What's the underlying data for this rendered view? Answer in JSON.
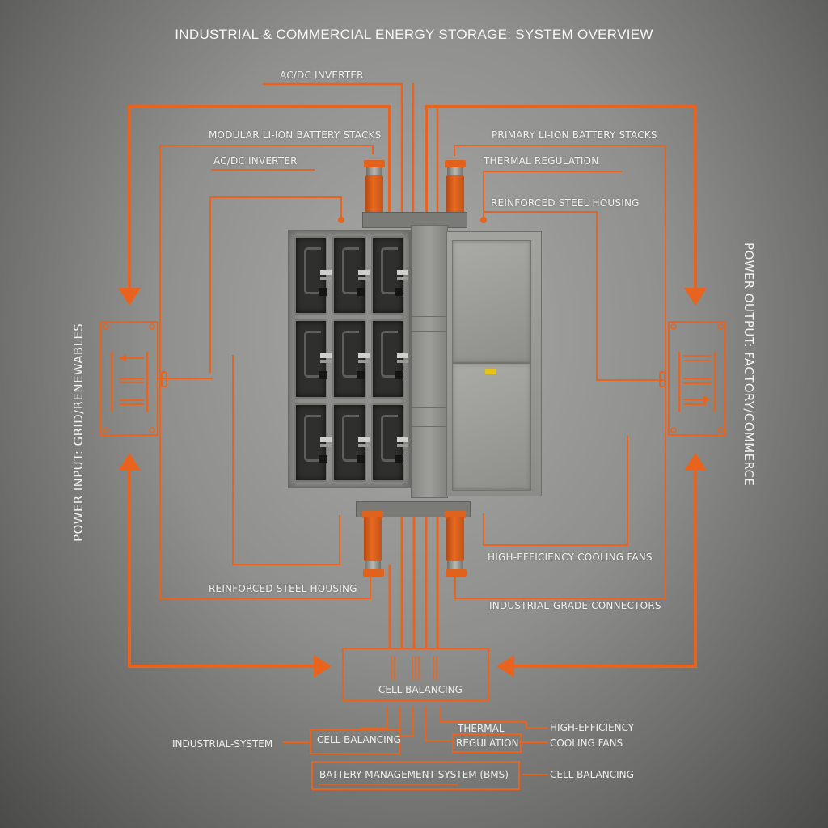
{
  "title": "INDUSTRIAL & COMMERCIAL ENERGY STORAGE: SYSTEM OVERVIEW",
  "colors": {
    "accent": "#e8641e",
    "background": "#8f8f8d",
    "text": "#f2f2f0",
    "metal": "#9a9a96",
    "warning_label": "#e6c21c"
  },
  "side_labels": {
    "left": "POWER INPUT: GRID/RENEWABLES",
    "right": "POWER OUTPUT: FACTORY/COMMERCE"
  },
  "top_labels": {
    "ac_dc_inverter_top": "AC/DC INVERTER",
    "left_battery_stacks": "MODULAR LI-ION BATTERY STACKS",
    "left_inverter": "AC/DC INVERTER",
    "right_battery_stacks": "PRIMARY LI-ION BATTERY STACKS",
    "right_thermal": "THERMAL REGULATION",
    "right_housing": "REINFORCED STEEL HOUSING"
  },
  "bottom_labels": {
    "left_housing": "REINFORCED STEEL HOUSING",
    "right_cooling": "HIGH-EFFICIENCY COOLING FANS",
    "right_connectors": "INDUSTRIAL-GRADE CONNECTORS"
  },
  "bms": {
    "hub_label": "CELL BALANCING",
    "cell_balancing_box": "CELL BALANCING",
    "left_external": "INDUSTRIAL-SYSTEM",
    "thermal_heading": "THERMAL",
    "regulation_box": "REGULATION",
    "right_line1": "HIGH-EFFICIENCY",
    "right_line2": "COOLING FANS",
    "bms_box": "BATTERY MANAGEMENT SYSTEM (BMS)",
    "bms_right": "CELL BALANCING"
  },
  "icons": {
    "input_panel": "input-arrow-panel-icon",
    "output_panel": "output-arrow-panel-icon",
    "flow_arrows": "flow-arrow-icon"
  }
}
